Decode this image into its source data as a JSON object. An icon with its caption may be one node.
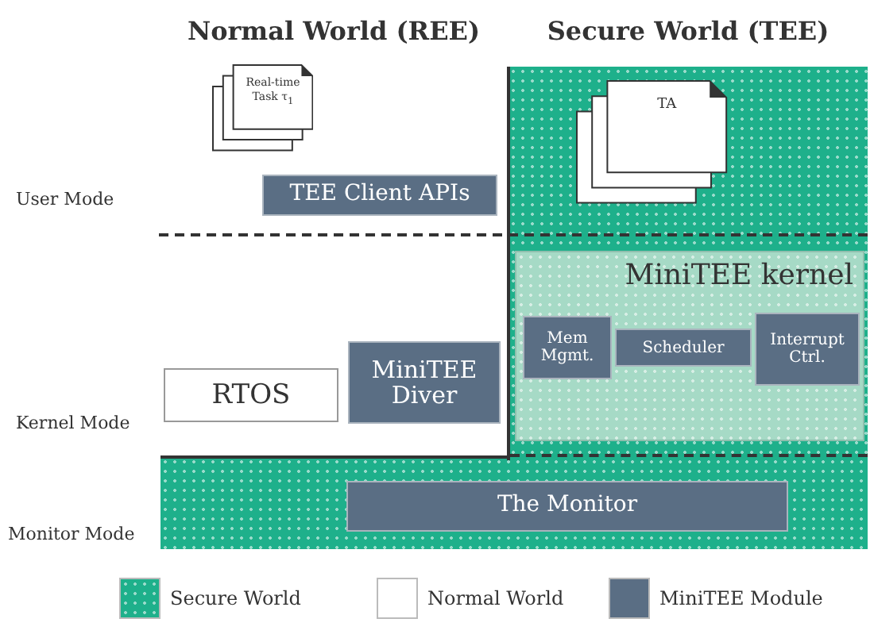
{
  "diagram": {
    "nodes": [
      {
        "text": [
          "Real-time Task τ$_{1}$"
        ]
      },
      {
        "text": [
          "TA"
        ]
      },
      {
        "text": [
          "TEE Client APIs"
        ]
      },
      {
        "text": [
          "MiniTEE kernel"
        ]
      },
      {
        "text": [
          "Mem Mgmt."
        ],
        "in": 3
      },
      {
        "text": [
          "Scheduler"
        ],
        "in": 3
      },
      {
        "text": [
          "Interrupt Ctrl."
        ],
        "in": 3
      },
      {
        "text": [
          "RTOS"
        ]
      },
      {
        "text": [
          "MiniTEE Diver"
        ]
      },
      {
        "text": [
          "The Monitor"
        ]
      }
    ],
    "labels": [
      "Normal World (REE)",
      "Secure World (TEE)",
      "User Mode",
      "Kernel Mode",
      "Monitor Mode"
    ],
    "legend": [
      {
        "text": "Secure World",
        "color": "#1eb08b"
      },
      {
        "text": "Normal World",
        "color": "#ffffff"
      },
      {
        "text": "MiniTEE Module",
        "color": "#5a6e84"
      }
    ]
  }
}
